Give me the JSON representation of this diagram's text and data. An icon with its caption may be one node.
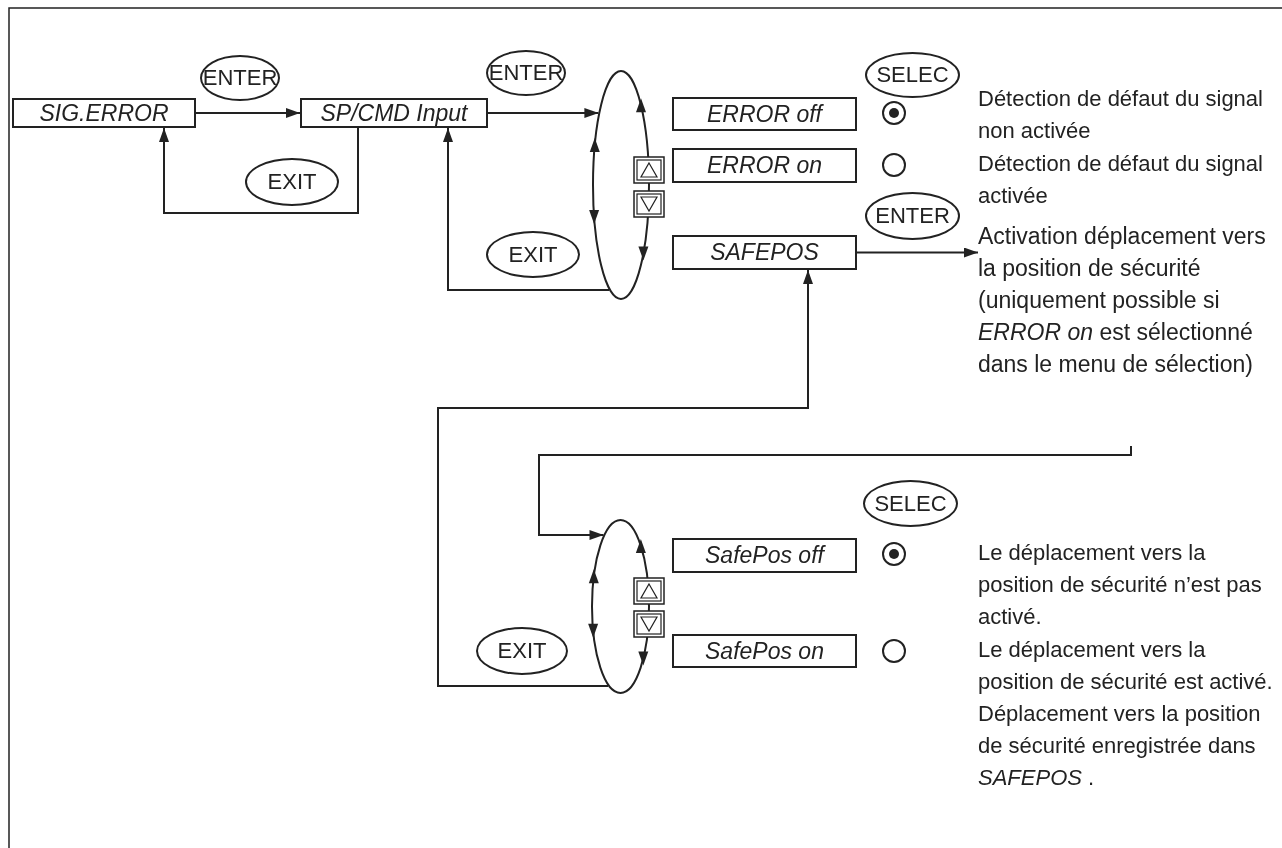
{
  "diagram": {
    "nodes": [
      {
        "text": [
          "SIG.ERROR"
        ]
      },
      {
        "text": [
          "ENTER"
        ]
      },
      {
        "text": [
          "SP/CMD Input"
        ]
      },
      {
        "text": [
          "ENTER"
        ]
      },
      {
        "text": [
          "EXIT"
        ]
      },
      {
        "text": [],
        "shape": "ellipse"
      },
      {
        "text": [
          "SELEC"
        ]
      },
      {
        "text": [
          "ERROR off"
        ]
      },
      {
        "text": [
          "ERROR on"
        ]
      },
      {
        "text": [
          "EXIT"
        ]
      },
      {
        "text": [
          "SAFEPOS"
        ]
      },
      {
        "text": [
          "ENTER"
        ]
      },
      {
        "text": [
          "Activation déplacement vers la position de sécurité",
          "(uniquement possible si *ERROR on* est sélectionné dans le menu de sélection)"
        ]
      },
      {
        "text": [
          "SELEC"
        ]
      },
      {
        "text": [],
        "shape": "ellipse"
      },
      {
        "text": [
          "SafePos off"
        ]
      },
      {
        "text": [
          "EXIT"
        ]
      },
      {
        "text": [
          "SafePos on"
        ]
      }
    ],
    "labels": [
      "Détection de défaut du signal non activée",
      "Détection de défaut du signal activée",
      "Le déplacement vers la position de sécurité n’est pas activé.",
      "Le déplacement vers la position de sécurité est activé. Déplacement vers la position de sécurité enregistrée dans *SAFEPOS* ."
    ],
    "edges": [
      {
        "from": 0,
        "to": 2,
        "arrow": "to"
      },
      {
        "from": 2,
        "to": 0,
        "arrow": "to"
      },
      {
        "from": 2,
        "to": 5,
        "arrow": "to"
      },
      {
        "from": 5,
        "to": 2,
        "arrow": "to"
      },
      {
        "from": 10,
        "to": 12,
        "arrow": "to"
      },
      {
        "from": 12,
        "to": 14,
        "arrow": "to"
      },
      {
        "from": 14,
        "to": 10,
        "arrow": "to"
      }
    ]
  }
}
